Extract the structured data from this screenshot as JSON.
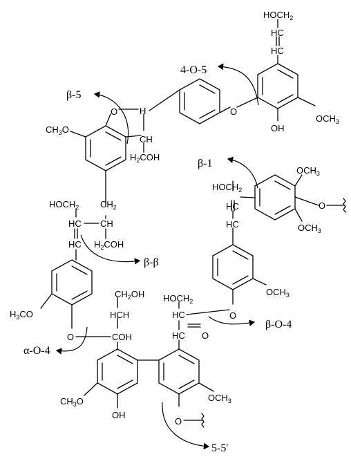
{
  "atoms": {
    "t_hoch2": "HOCH",
    "t_hc1": "HC",
    "t_hc2": "HC",
    "t_och3": "OCH",
    "t_oh": "OH",
    "t_o_link": "O",
    "t_o_b5": "O",
    "t_ch_b5": "CH",
    "t_h_b5": "H",
    "t_h2coh_b5": "H",
    "t_h2coh_b5_rest": "COH",
    "t_ch3o_b5": "CH",
    "t_ch3o_b5_rest": "O",
    "bb_hoch2": "HOCH",
    "bb_hc": "HC",
    "bb_hc2": "HC",
    "bb_ch": "CH",
    "bb_ch2": "CH",
    "bb_h2coh": "H",
    "bb_h2coh_rest": "COH",
    "l_h3co": "H",
    "l_h3co_rest": "CO",
    "l_o": "O",
    "a_ch2oh": "CH",
    "a_ch2oh_rest": "OH",
    "a_hch": "HCH",
    "a_coh": "COH",
    "b_hoch2": "HOCH",
    "b_hc": "HC",
    "b_hco": "HC",
    "b_o_eq": "O",
    "b_o": "O",
    "b_och3": "OCH",
    "b1_hoch2": "HOCH",
    "b1_hc": "HC",
    "b1_hc2": "HC",
    "b1_och3a": "OCH",
    "b1_och3b": "OCH",
    "b1_o": "O",
    "bot_ch3o": "CH",
    "bot_ch3o_rest": "O",
    "bot_oh": "OH",
    "bot_och3": "OCH",
    "bot_o": "O",
    "sub2": "2",
    "sub3": "3"
  },
  "linkages": {
    "l_4o5": "4-O-5",
    "l_b5": "β-5",
    "l_b1": "β-1",
    "l_bb": "β-β",
    "l_bo4": "β-O-4",
    "l_ao4": "α-O-4",
    "l_55": "5-5'"
  }
}
